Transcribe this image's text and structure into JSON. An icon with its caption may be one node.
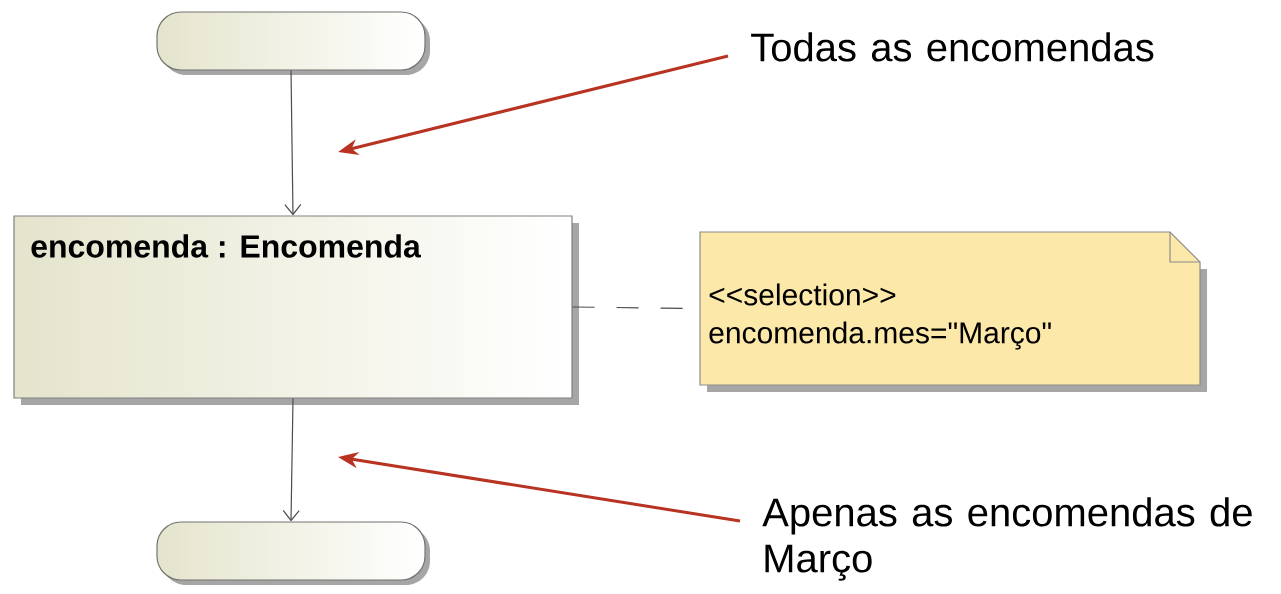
{
  "diagram": {
    "nodes": [
      {
        "text": [],
        "shape": "box"
      },
      {
        "text": [
          "encomenda : Encomenda"
        ]
      },
      {
        "text": [
          "<<selection>>",
          "encomenda.mes=\"Março\""
        ]
      },
      {
        "text": [],
        "shape": "box"
      },
      {
        "text": [
          "Todas as encomendas"
        ]
      },
      {
        "text": [
          "Apenas as encomendas de Março"
        ]
      }
    ],
    "edges": [
      {
        "from": 0,
        "to": 1,
        "arrow": "to"
      },
      {
        "from": 1,
        "to": 3,
        "arrow": "to"
      },
      {
        "from": 1,
        "to": 2,
        "arrow": "none",
        "style": "dashed"
      },
      {
        "from": 4,
        "to": null,
        "arrow": "to",
        "color": "#b83322"
      },
      {
        "from": 5,
        "to": null,
        "arrow": "to",
        "color": "#b83322"
      }
    ]
  }
}
